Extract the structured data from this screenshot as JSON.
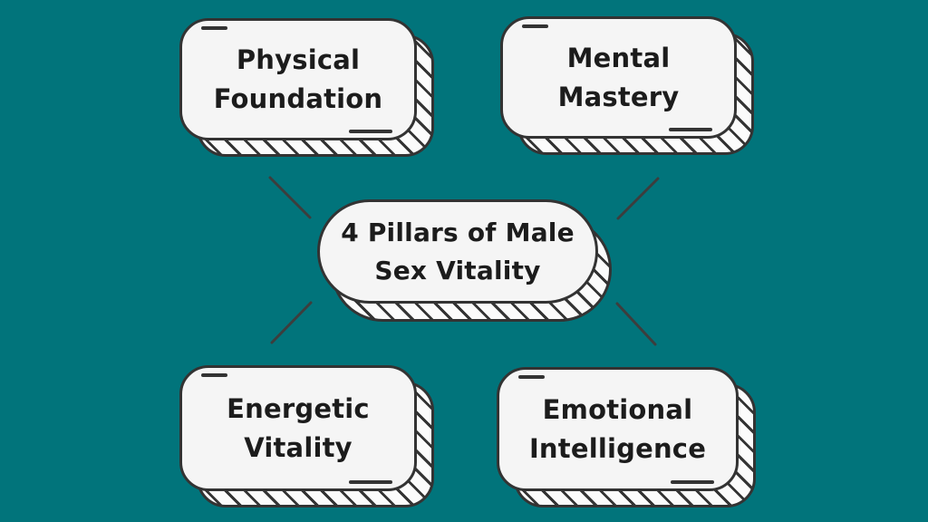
{
  "title": "4 Pillars of Male Sex Vitality",
  "colors": {
    "background": "#01747B",
    "card_fill": "#F5F5F5",
    "shadow_fill": "#FBFBFB",
    "stroke": "#333333",
    "text": "#1C1C1C",
    "connector": "#3D3D3D"
  },
  "center": {
    "line1": "4 Pillars of Male",
    "line2": "Sex Vitality"
  },
  "pillars": [
    {
      "id": "physical-foundation",
      "line1": "Physical",
      "line2": "Foundation",
      "position": "top-left"
    },
    {
      "id": "mental-mastery",
      "line1": "Mental",
      "line2": "Mastery",
      "position": "top-right"
    },
    {
      "id": "energetic-vitality",
      "line1": "Energetic",
      "line2": "Vitality",
      "position": "bottom-left"
    },
    {
      "id": "emotional-intelligence",
      "line1": "Emotional",
      "line2": "Intelligence",
      "position": "bottom-right"
    }
  ]
}
